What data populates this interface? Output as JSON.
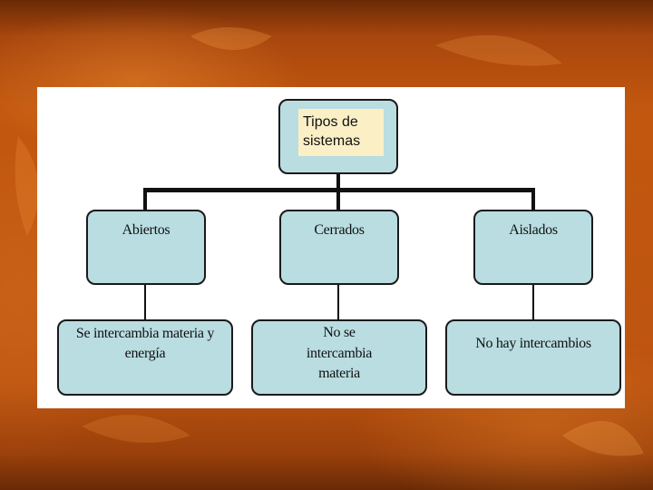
{
  "diagram": {
    "root": {
      "label": "Tipos de sistemas"
    },
    "categories": [
      {
        "label": "Abiertos",
        "description": "Se intercambia materia y energía"
      },
      {
        "label": "Cerrados",
        "description": "No se intercambia materia"
      },
      {
        "label": "Aislados",
        "description": "No hay intercambios"
      }
    ],
    "colors": {
      "node_fill": "#b9dde1",
      "title_fill": "#fbefc6",
      "connector": "#111111",
      "background": "#c2580f"
    }
  }
}
